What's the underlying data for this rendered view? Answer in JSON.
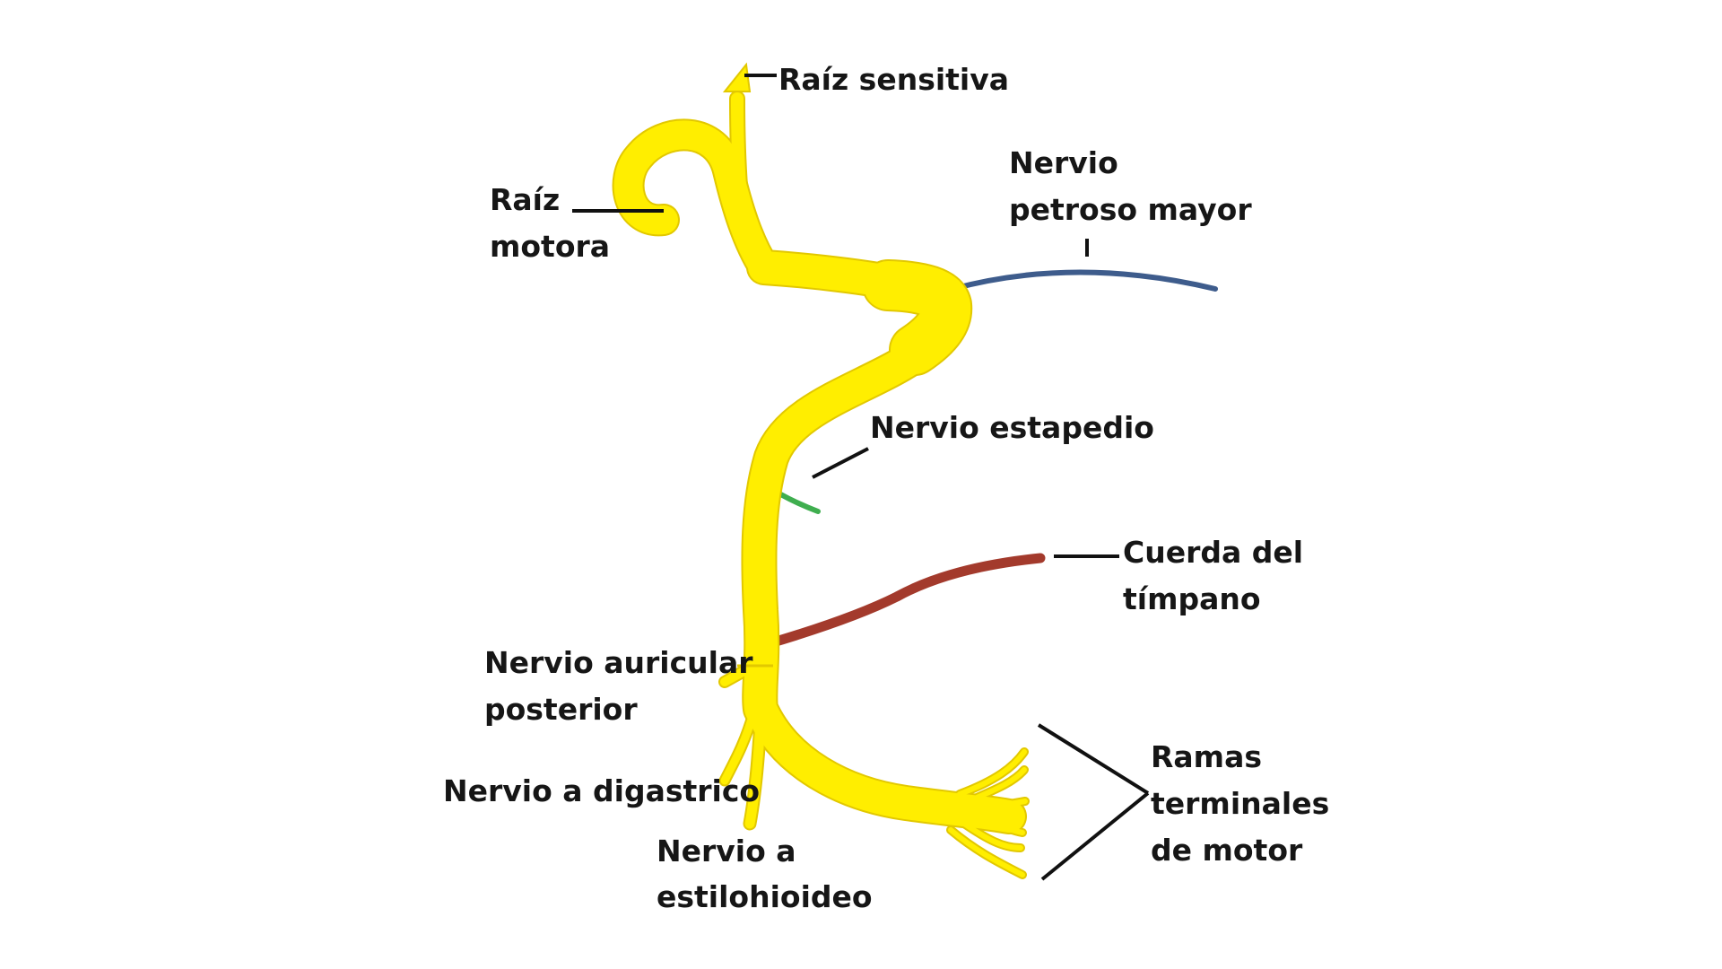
{
  "labels": {
    "raiz_sensitiva": "Raíz sensitiva",
    "raiz_motora_1": "Raíz",
    "raiz_motora_2": "motora",
    "petroso_1": "Nervio",
    "petroso_2": "petroso mayor",
    "estapedio": "Nervio estapedio",
    "cuerda_1": "Cuerda del",
    "cuerda_2": "tímpano",
    "auricular_1": "Nervio auricular",
    "auricular_2": "posterior",
    "digastrico": "Nervio a digastrico",
    "estilohioideo_1": "Nervio a",
    "estilohioideo_2": "estilohioideo",
    "ramas_1": "Ramas",
    "ramas_2": "terminales",
    "ramas_3": "de motor"
  },
  "colors": {
    "facial_nerve": "#FFEE00",
    "facial_nerve_outline": "#E2C800",
    "greater_petrosal": "#3E5C8C",
    "stapedius": "#3FAE4F",
    "chorda_tympani": "#A33A2C",
    "label_text": "#161616",
    "leader_line": "#111111"
  }
}
